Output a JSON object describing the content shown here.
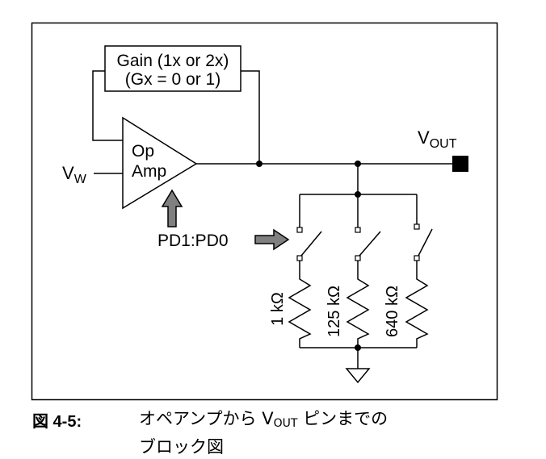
{
  "diagram": {
    "gain_line1": "Gain (1x or 2x)",
    "gain_line2": "(Gx = 0 or 1)",
    "opamp_line1": "Op",
    "opamp_line2": "Amp",
    "vout_main": "V",
    "vout_sub": "OUT",
    "vw_main": "V",
    "vw_sub": "W",
    "pd_label": "PD1:PD0",
    "resistors": [
      "1 kΩ",
      "125 kΩ",
      "640 kΩ"
    ]
  },
  "caption": {
    "label": "図 4-5:",
    "text_before": "オペアンプから V",
    "text_sub": "OUT",
    "text_after": " ピンまでの",
    "line2": "ブロック図"
  }
}
